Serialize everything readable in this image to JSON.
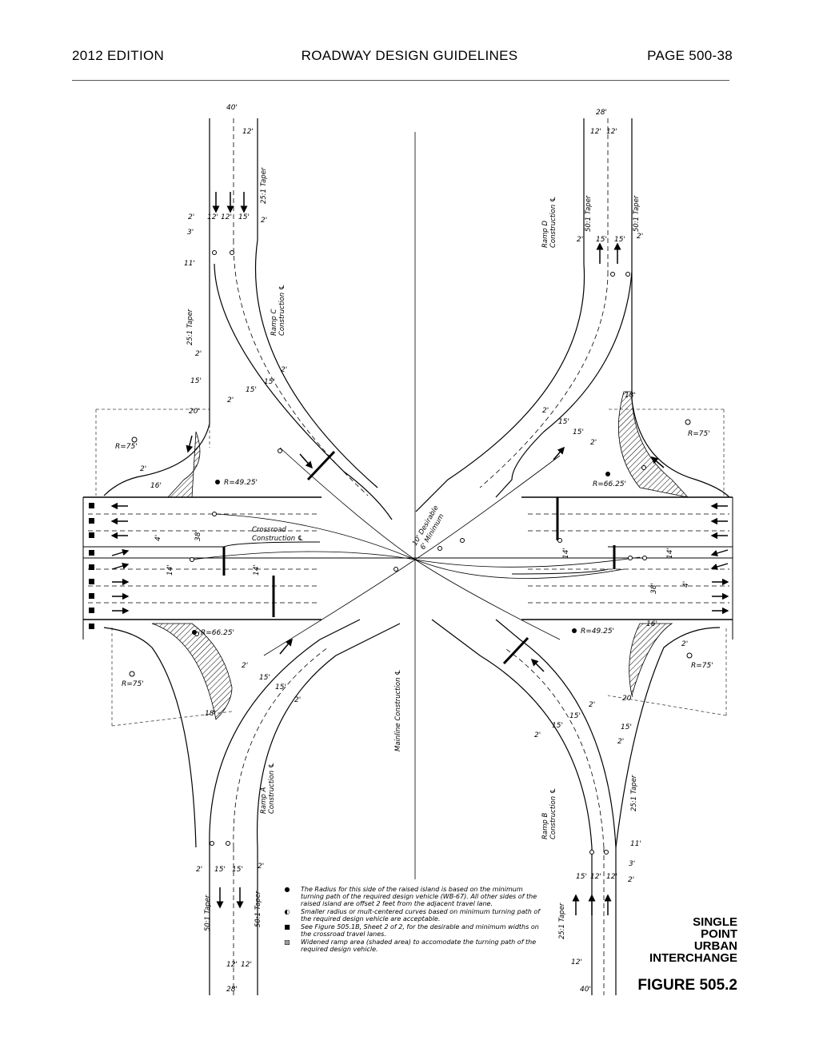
{
  "header": {
    "edition": "2012 EDITION",
    "title": "ROADWAY DESIGN GUIDELINES",
    "page": "PAGE 500-38"
  },
  "figure": {
    "title_lines": [
      "SINGLE",
      "POINT",
      "URBAN",
      "INTERCHANGE"
    ],
    "number": "FIGURE  505.2"
  },
  "labels": {
    "ramp_a": "Ramp A",
    "ramp_b": "Ramp B",
    "ramp_c": "Ramp C",
    "ramp_d": "Ramp D",
    "construction": "Construction ℄",
    "crossroad": "Crossroad",
    "mainline": "Mainline Construction ℄",
    "desirable": "10' Desirable",
    "minimum": "6' Minimum",
    "taper_25": "25:1 Taper",
    "taper_50": "50:1 Taper"
  },
  "dimensions": {
    "d40": "40'",
    "d28": "28'",
    "d12": "12'",
    "d15": "15'",
    "d2": "2'",
    "d3": "3'",
    "d11": "11'",
    "d20": "20'",
    "d18": "18'",
    "d16": "16'",
    "d14": "14'",
    "d38": "38'",
    "d4": "4'"
  },
  "radii": {
    "r75": "R=75'",
    "r49": "R=49.25'",
    "r66": "R=66.25'"
  },
  "notes": [
    {
      "symbol": "●",
      "text": "The Radius for this side of the raised island is based on the minimum turning path of the required design vehicle (WB-67). All other sides of the raised island are offset 2 feet from the adjacent travel lane."
    },
    {
      "symbol": "◐",
      "text": "Smaller radius or mult-centered curves based on minimum turning path of the required design vehicle are acceptable."
    },
    {
      "symbol": "■",
      "text": "See Figure 505.1B, Sheet 2 of 2, for the desirable and minimum widths on the crossroad travel lanes."
    },
    {
      "symbol": "▨",
      "text": "Widened ramp area (shaded area) to accomodate the turning path of the required design vehicle."
    }
  ]
}
